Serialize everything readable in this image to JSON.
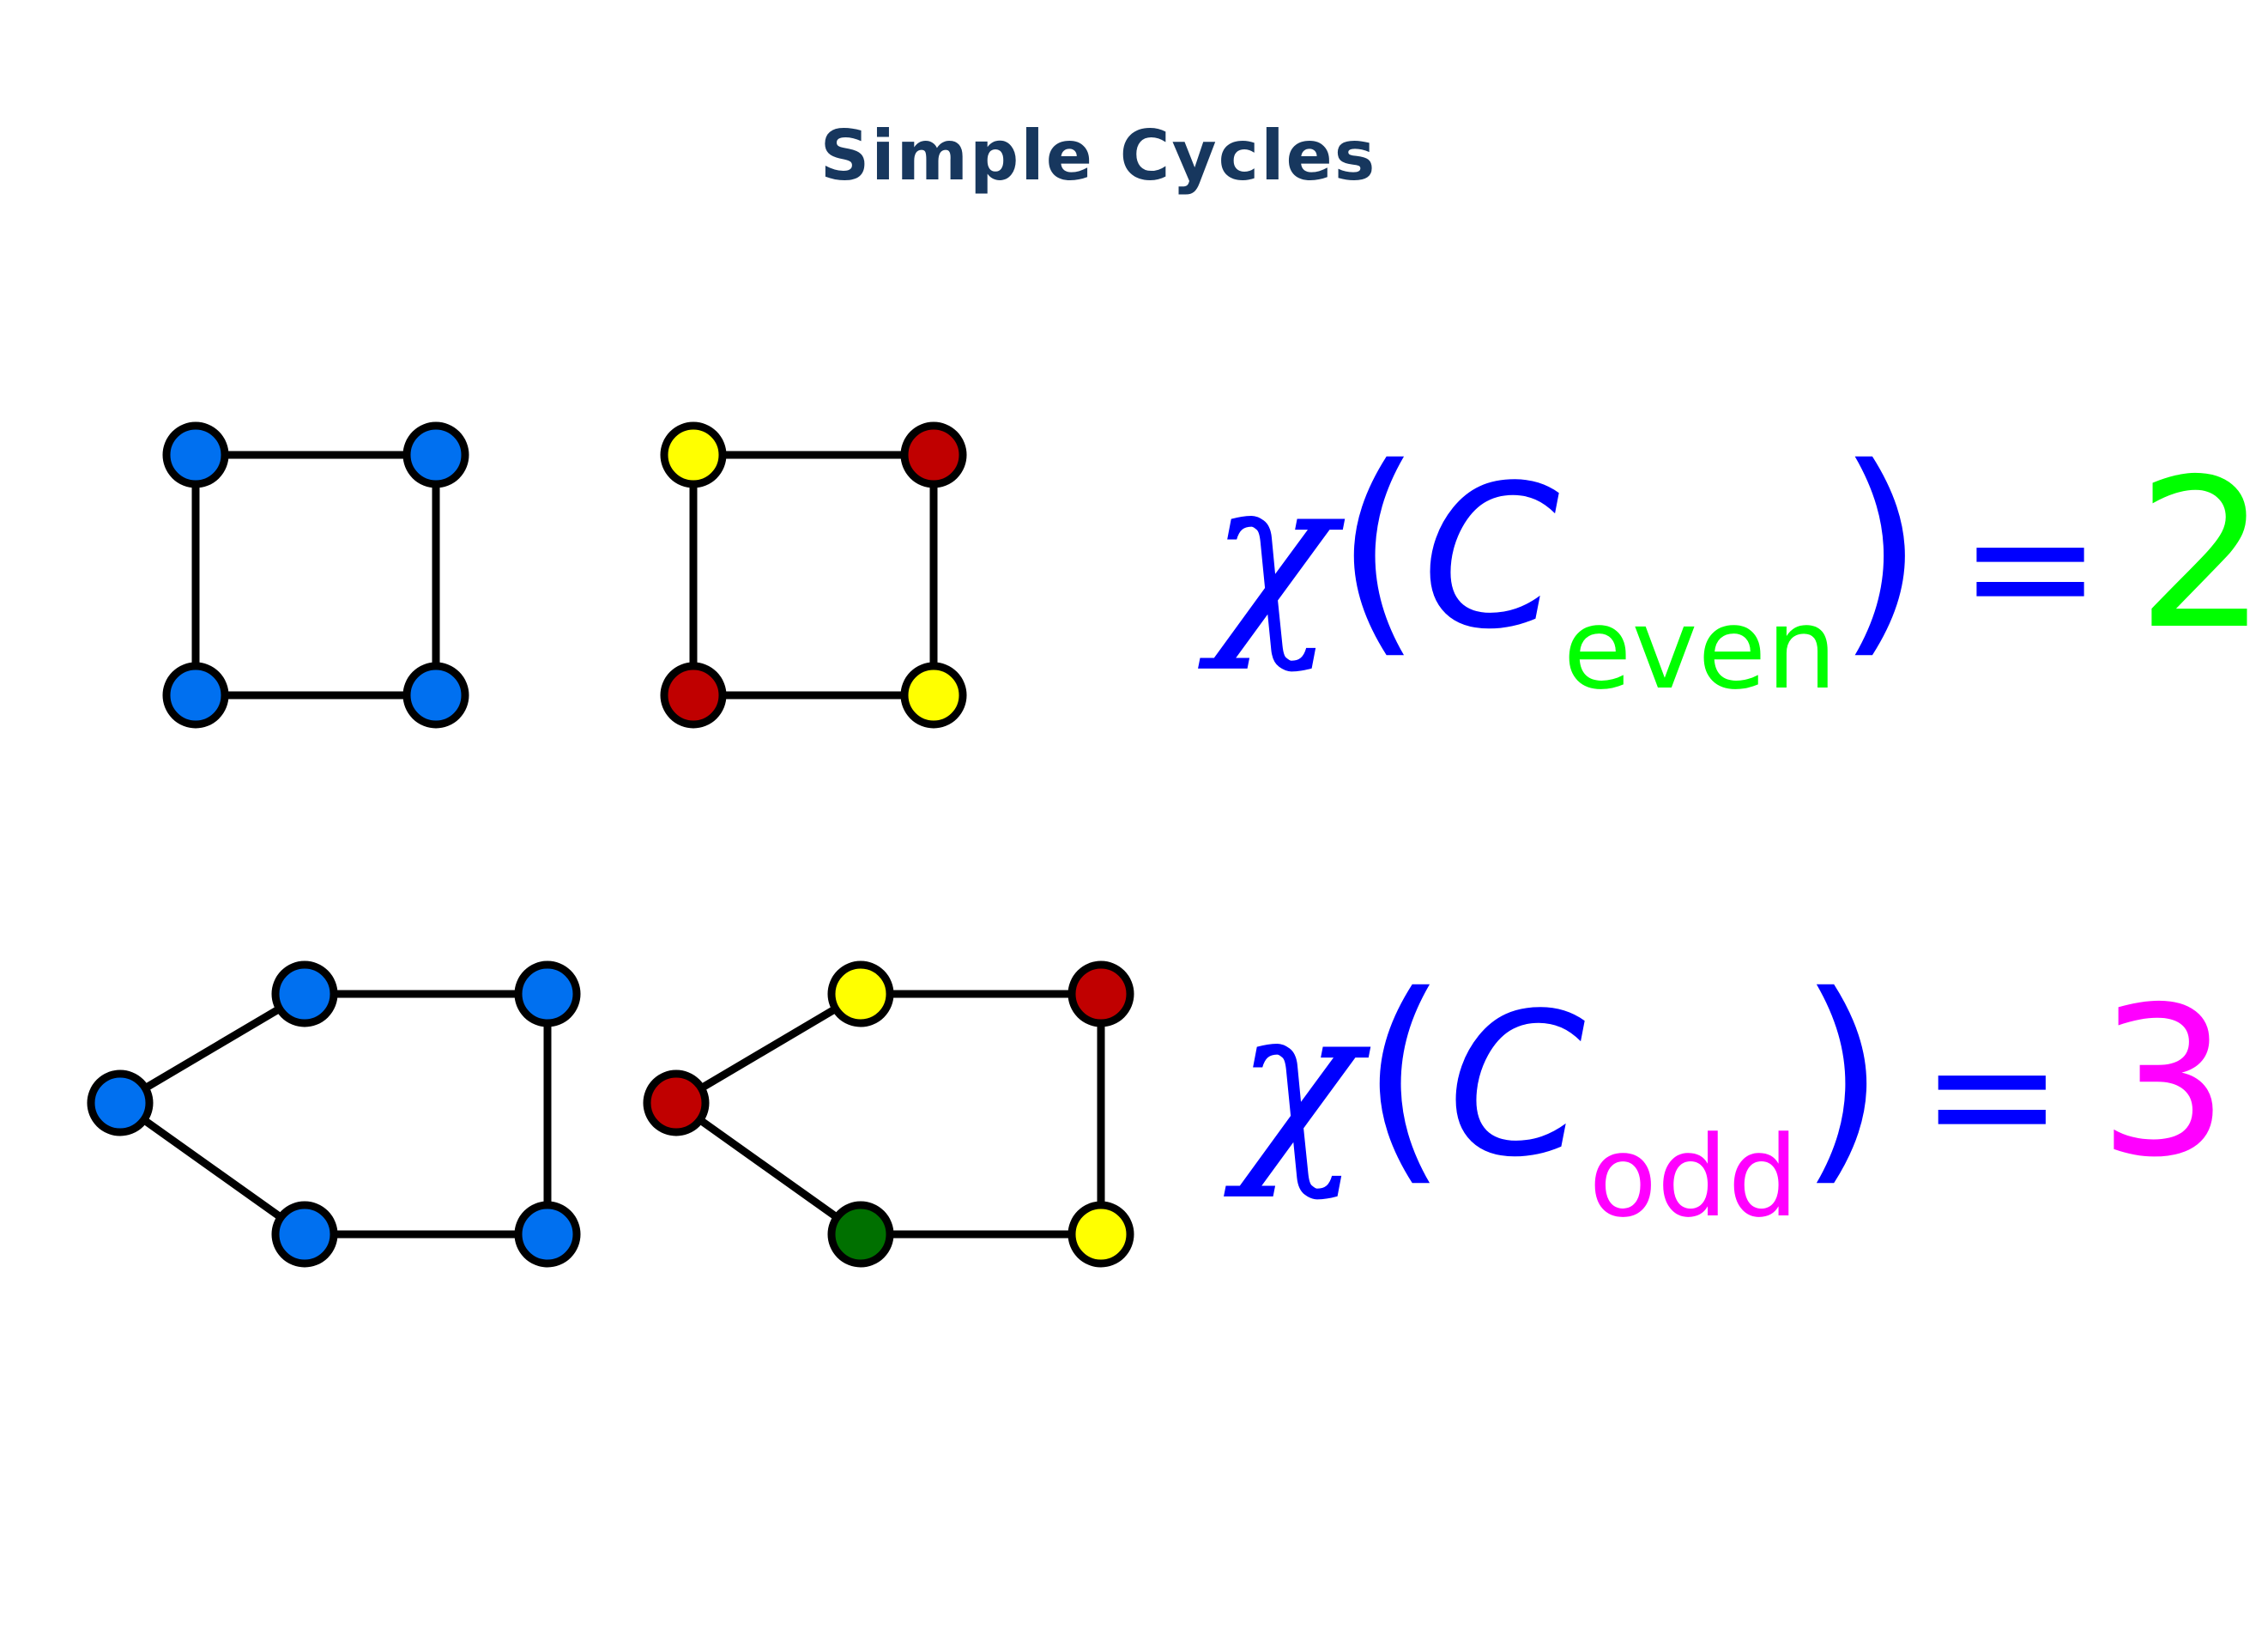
{
  "title": "Simple Cycles",
  "colors": {
    "title": "#17375e",
    "edge": "#000000",
    "node_blue": "#0070f0",
    "node_red": "#c00000",
    "node_yellow": "#ffff00",
    "node_green": "#007000",
    "formula": "#0000ff",
    "even_sub": "#00ff00",
    "odd_sub": "#ff00ff"
  },
  "formulas": [
    {
      "chi": "χ",
      "open": "(",
      "var": "C",
      "sub": "even",
      "close": ")",
      "eq": "=",
      "value": "2"
    },
    {
      "chi": "χ",
      "open": "(",
      "var": "C",
      "sub": "odd",
      "close": ")",
      "eq": "=",
      "value": "3"
    }
  ],
  "graphs": [
    {
      "name": "even-cycle-uncolored",
      "node_colors": [
        "node_blue",
        "node_blue",
        "node_blue",
        "node_blue"
      ]
    },
    {
      "name": "even-cycle-colored",
      "node_colors": [
        "node_yellow",
        "node_red",
        "node_yellow",
        "node_red"
      ]
    },
    {
      "name": "odd-cycle-uncolored",
      "node_colors": [
        "node_blue",
        "node_blue",
        "node_blue",
        "node_blue",
        "node_blue"
      ]
    },
    {
      "name": "odd-cycle-colored",
      "node_colors": [
        "node_yellow",
        "node_red",
        "node_yellow",
        "node_green",
        "node_red"
      ]
    }
  ]
}
